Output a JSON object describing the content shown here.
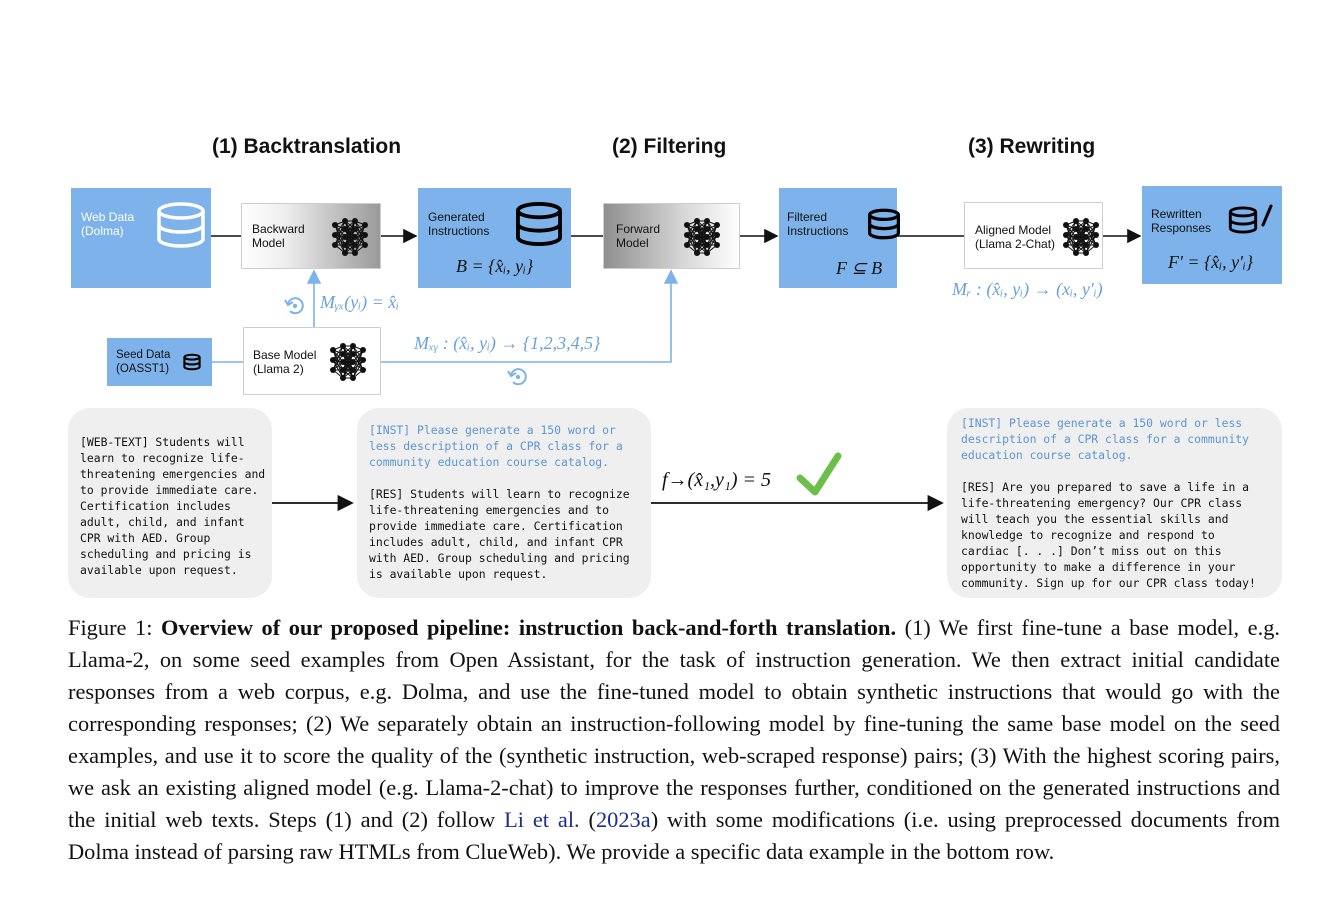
{
  "stages": {
    "backtranslation": "(1) Backtranslation",
    "filtering": "(2) Filtering",
    "rewriting": "(3) Rewriting"
  },
  "nodes": {
    "web_data": "Web Data\n(Dolma)",
    "backward_model": "Backward\nModel",
    "generated_instructions": "Generated\nInstructions",
    "forward_model": "Forward\nModel",
    "filtered_instructions": "Filtered\nInstructions",
    "aligned_model": "Aligned Model\n(Llama 2-Chat)",
    "rewritten_responses": "Rewritten\nResponses",
    "seed_data": "Seed Data\n(OASST1)",
    "base_model": "Base Model\n(Llama 2)"
  },
  "formulas": {
    "B": "B = {x̂ᵢ, yᵢ}",
    "F": "F ⊆ B",
    "F_prime": "F′ = {x̂ᵢ, y′ᵢ}",
    "M_yx": "Mᵧₓ(yᵢ) = x̂ᵢ",
    "M_xy": "Mₓᵧ : (x̂ᵢ, yᵢ) → {1,2,3,4,5}",
    "M_r": "Mᵣ : (x̂ᵢ, yᵢ) → (xᵢ, y′ᵢ)",
    "f_score": "f→(x̂₁,y₁) = 5"
  },
  "examples": {
    "web_text": "[WEB-TEXT] Students will\nlearn to recognize life-\nthreatening emergencies and\nto provide immediate care.\nCertification includes\nadult, child, and infant\nCPR with AED. Group\nscheduling and pricing is\navailable upon request.",
    "inst_1": "[INST] Please generate a 150 word or\nless description of a CPR class for a\ncommunity education course catalog.",
    "res_1": "[RES] Students will learn to recognize\nlife-threatening emergencies and to\nprovide immediate care. Certification\nincludes adult, child, and infant CPR\nwith AED. Group scheduling and pricing\nis available upon request.",
    "inst_2": "[INST] Please generate a 150 word or less\ndescription of a CPR class for a community\neducation course catalog.",
    "res_2": "[RES] Are you prepared to save a life in a\nlife-threatening emergency? Our CPR class\nwill teach you the essential skills and\nknowledge to recognize and respond to\ncardiac [. . .] Don’t miss out on this\nopportunity to make a difference in your\ncommunity. Sign up for our CPR class today!"
  },
  "caption": {
    "figure_label": "Figure 1: ",
    "bold_title": "Overview of our proposed pipeline: instruction back-and-forth translation.",
    "body_1": " (1) We first fine-tune a base model, e.g. Llama-2, on some seed examples from Open Assistant, for the task of instruction generation. We then extract initial candidate responses from a web corpus, e.g. Dolma, and use the fine-tuned model to obtain synthetic instructions that would go with the corresponding responses; (2) We separately obtain an instruction-following model by fine-tuning the same base model on the seed examples, and use it to score the quality of the (synthetic instruction, web-scraped response) pairs; (3) With the highest scoring pairs, we ask an existing aligned model (e.g. Llama-2-chat) to improve the responses further, conditioned on the generated instructions and the initial web texts. Steps (1) and (2) follow ",
    "cite_author": "Li et al.",
    "cite_open": " (",
    "cite_year": "2023a",
    "body_2": ") with some modifications (i.e. using preprocessed documents from Dolma instead of parsing raw HTMLs from ClueWeb). We provide a specific data example in the bottom row."
  },
  "colors": {
    "blue_box": "#7db3ea",
    "blue_text": "#5b95d6",
    "card_bg": "#efefef",
    "check_green": "#6cc04a",
    "citation": "#1a2f8f"
  },
  "icons": [
    "database-icon",
    "neural-network-icon",
    "refresh-icon",
    "pencil-icon",
    "checkmark-icon"
  ]
}
